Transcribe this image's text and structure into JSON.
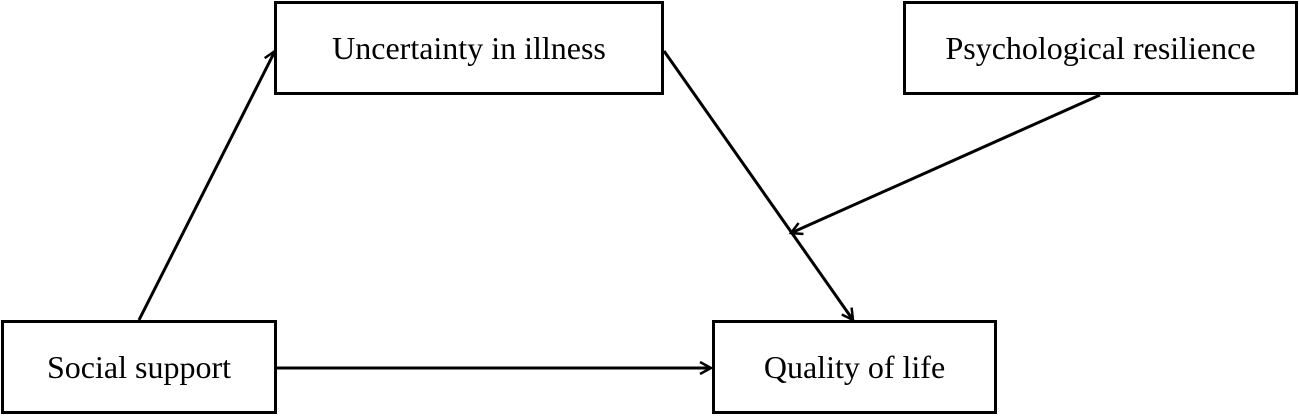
{
  "diagram": {
    "nodes": {
      "uncertainty": {
        "label": "Uncertainty in illness"
      },
      "resilience": {
        "label": "Psychological resilience"
      },
      "social": {
        "label": "Social support"
      },
      "quality": {
        "label": "Quality of life"
      }
    },
    "edges": [
      {
        "from": "social",
        "to": "uncertainty"
      },
      {
        "from": "uncertainty",
        "to": "quality"
      },
      {
        "from": "social",
        "to": "quality"
      },
      {
        "from": "resilience",
        "to": "uncertainty-quality-path"
      }
    ],
    "colors": {
      "line": "#000000",
      "background": "#ffffff"
    }
  }
}
